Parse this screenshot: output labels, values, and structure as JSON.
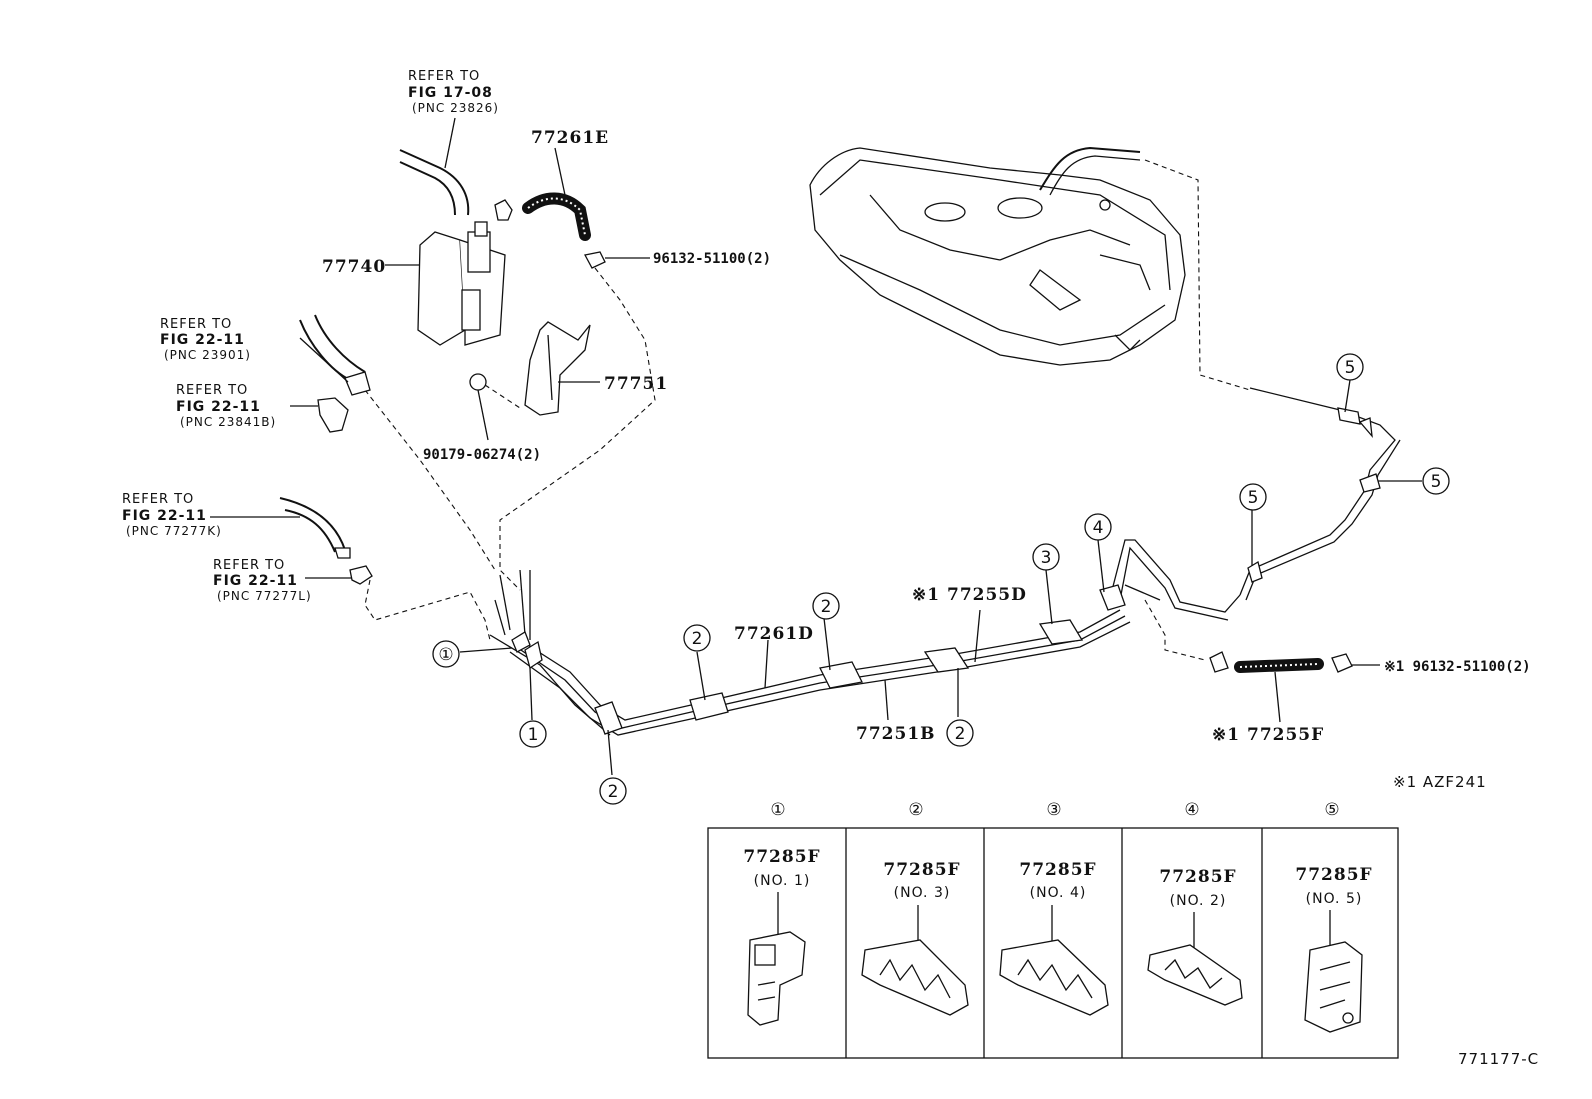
{
  "refs": [
    {
      "l1": "REFER TO",
      "l2": "FIG 17-08",
      "l3": "(PNC 23826)"
    },
    {
      "l1": "REFER TO",
      "l2": "FIG 22-11",
      "l3": "(PNC 23901)"
    },
    {
      "l1": "REFER TO",
      "l2": "FIG 22-11",
      "l3": "(PNC 23841B)"
    },
    {
      "l1": "REFER TO",
      "l2": "FIG 22-11",
      "l3": "(PNC 77277K)"
    },
    {
      "l1": "REFER TO",
      "l2": "FIG 22-11",
      "l3": "(PNC 77277L)"
    }
  ],
  "parts": {
    "p77261E": "77261E",
    "p77740": "77740",
    "p96132a": "96132-51100(2)",
    "p77751": "77751",
    "p90179": "90179-06274(2)",
    "p77261D": "77261D",
    "p77255D": "※1 77255D",
    "p77251B": "77251B",
    "p77255F": "※1 77255F",
    "p96132b": "※1 96132-51100(2)",
    "note": "※1  AZF241",
    "figure_id": "771177-C"
  },
  "callouts": [
    "①",
    "②",
    "③",
    "④",
    "⑤"
  ],
  "clamps": [
    {
      "mark": "①",
      "part": "77285F",
      "no": "(NO. 1)"
    },
    {
      "mark": "②",
      "part": "77285F",
      "no": "(NO. 3)"
    },
    {
      "mark": "③",
      "part": "77285F",
      "no": "(NO. 4)"
    },
    {
      "mark": "④",
      "part": "77285F",
      "no": "(NO. 2)"
    },
    {
      "mark": "⑤",
      "part": "77285F",
      "no": "(NO. 5)"
    }
  ]
}
